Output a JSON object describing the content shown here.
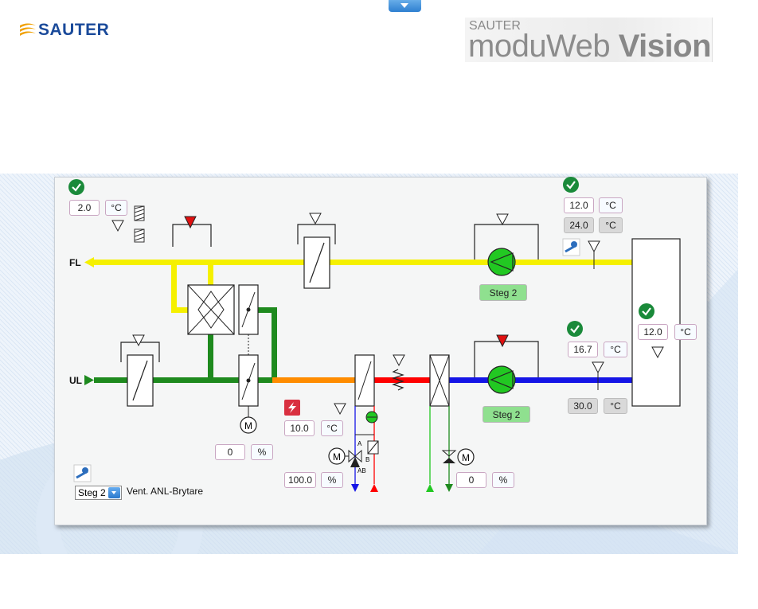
{
  "header": {
    "logo_text": "SAUTER",
    "brand_small": "SAUTER",
    "brand_main": "moduWeb",
    "brand_bold": "Vision"
  },
  "diagram": {
    "label_fl": "FL",
    "label_ul": "UL",
    "outdoor_temp": {
      "value": "2.0",
      "unit": "°C"
    },
    "supply_temp": {
      "value": "12.0",
      "unit": "°C"
    },
    "supply_setpoint": {
      "value": "24.0",
      "unit": "°C"
    },
    "room_temp": {
      "value": "12.0",
      "unit": "°C"
    },
    "extract_temp": {
      "value": "16.7",
      "unit": "°C"
    },
    "extract_setpoint": {
      "value": "30.0",
      "unit": "°C"
    },
    "heating_temp": {
      "value": "10.0",
      "unit": "°C"
    },
    "heating_valve": {
      "value": "100.0",
      "unit": "%"
    },
    "damper_position": {
      "value": "0",
      "unit": "%"
    },
    "cooling_valve": {
      "value": "0",
      "unit": "%"
    },
    "fan_supply_stage": "Steg 2",
    "fan_extract_stage": "Steg 2",
    "mode_select": "Steg 2",
    "mode_label": "Vent. ANL-Brytare",
    "motor_label": "M",
    "valve_a": "A",
    "valve_b": "B",
    "valve_ab": "AB"
  },
  "colors": {
    "supply_air": "#f5f000",
    "outdoor_air": "#1e8a1e",
    "heated_air": "#ff8c00",
    "hot_red": "#ff0000",
    "cool_blue": "#1515e6",
    "fan_green": "#22c822",
    "ok_green": "#1a8a3a",
    "alarm_red": "#d93040"
  },
  "icons": [
    "check-icon",
    "filter-icon",
    "fan-icon",
    "motor-icon",
    "valve-icon",
    "sensor-icon",
    "hand-operation-icon",
    "alarm-icon",
    "frost-pump-icon"
  ]
}
